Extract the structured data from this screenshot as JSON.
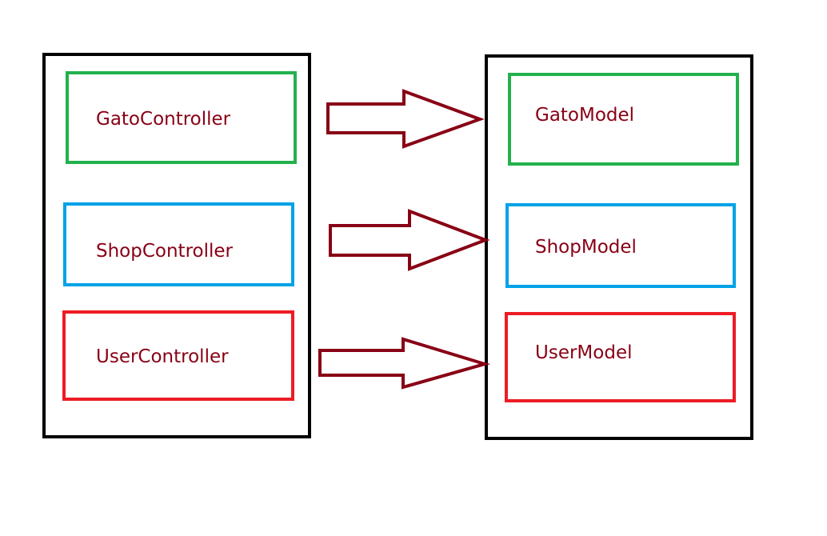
{
  "controllers": [
    {
      "label": "GatoController",
      "color": "#22b14c"
    },
    {
      "label": "ShopController",
      "color": "#00a2e8"
    },
    {
      "label": "UserController",
      "color": "#ed1c24"
    }
  ],
  "models": [
    {
      "label": "GatoModel",
      "color": "#22b14c"
    },
    {
      "label": "ShopModel",
      "color": "#00a2e8"
    },
    {
      "label": "UserModel",
      "color": "#ed1c24"
    }
  ],
  "colors": {
    "container_border": "#000000",
    "label_text": "#880015",
    "arrow": "#880015",
    "background": "#ffffff"
  }
}
